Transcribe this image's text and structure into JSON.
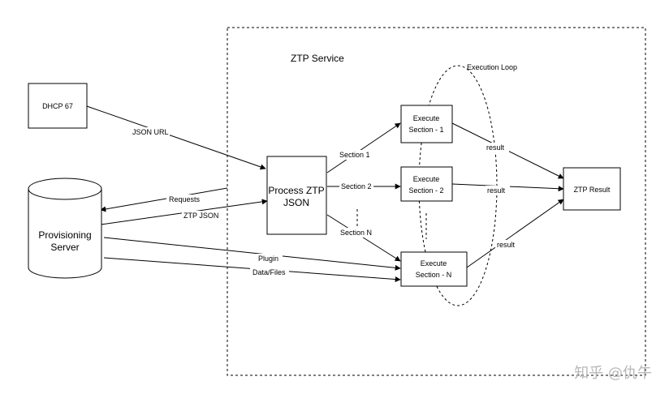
{
  "service_title": "ZTP Service",
  "loop_title": "Execution Loop",
  "nodes": {
    "dhcp": "DHCP 67",
    "provisioning_line1": "Provisioning",
    "provisioning_line2": "Server",
    "process_line1": "Process ZTP",
    "process_line2": "JSON",
    "exec1_line1": "Execute",
    "exec1_line2": "Section - 1",
    "exec2_line1": "Execute",
    "exec2_line2": "Section - 2",
    "execn_line1": "Execute",
    "execn_line2": "Section - N",
    "result": "ZTP Result"
  },
  "edges": {
    "json_url": "JSON URL",
    "requests": "Requests",
    "ztp_json": "ZTP JSON",
    "plugin": "Plugin",
    "data_files": "Data/Files",
    "section1": "Section 1",
    "section2": "Section 2",
    "sectionN": "Section N",
    "result1": "result",
    "result2": "result",
    "resultN": "result"
  },
  "watermark": "知乎 @仇午"
}
